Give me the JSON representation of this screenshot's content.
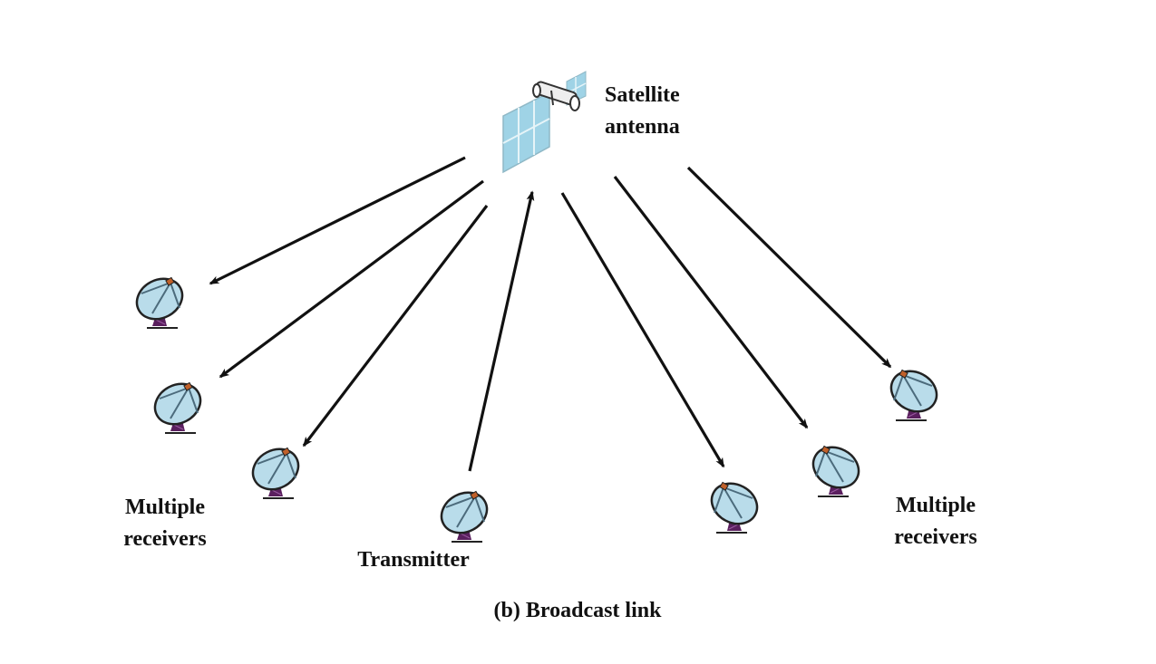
{
  "diagram": {
    "caption": "(b) Broadcast link",
    "satellite": {
      "label_line1": "Satellite",
      "label_line2": "antenna"
    },
    "transmitter": {
      "label": "Transmitter"
    },
    "receivers_left": {
      "label_line1": "Multiple",
      "label_line2": "receivers",
      "count": 3
    },
    "receivers_right": {
      "label_line1": "Multiple",
      "label_line2": "receivers",
      "count": 3
    },
    "links": [
      {
        "from": "satellite",
        "to": "receiver-left-1",
        "direction": "downlink"
      },
      {
        "from": "satellite",
        "to": "receiver-left-2",
        "direction": "downlink"
      },
      {
        "from": "satellite",
        "to": "receiver-left-3",
        "direction": "downlink"
      },
      {
        "from": "transmitter",
        "to": "satellite",
        "direction": "uplink"
      },
      {
        "from": "satellite",
        "to": "receiver-right-1",
        "direction": "downlink"
      },
      {
        "from": "satellite",
        "to": "receiver-right-2",
        "direction": "downlink"
      },
      {
        "from": "satellite",
        "to": "receiver-right-3",
        "direction": "downlink"
      }
    ],
    "colors": {
      "dish_fill": "#b9dcea",
      "dish_stroke": "#222222",
      "mount": "#5a1f5e",
      "feed": "#c0602a",
      "panel": "#9fd3e6",
      "arrow": "#111111"
    }
  }
}
